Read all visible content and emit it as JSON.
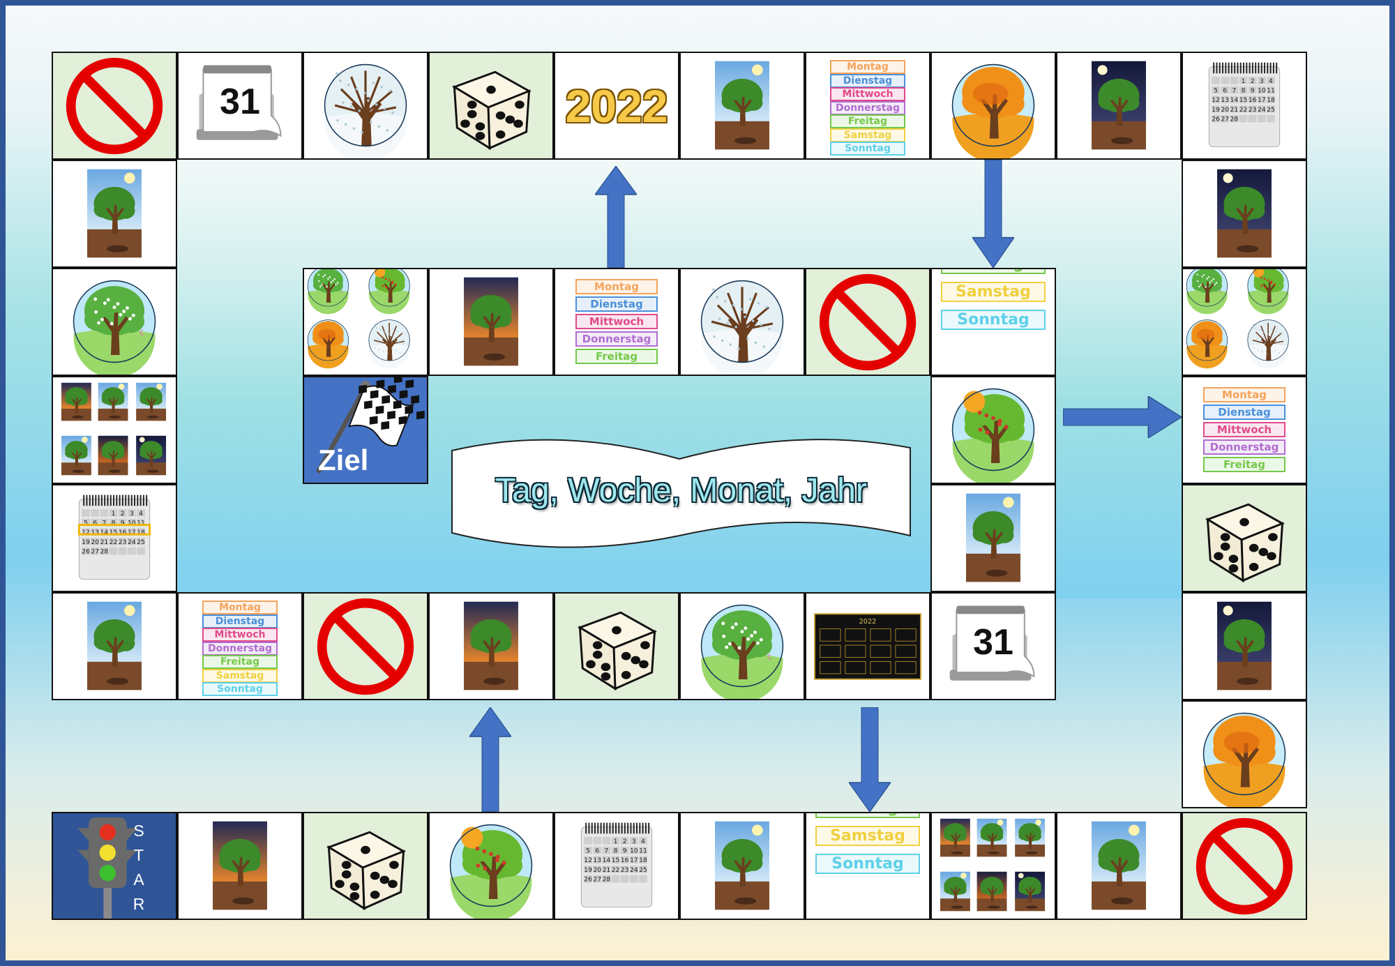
{
  "title": "Tag, Woche, Monat, Jahr",
  "start_label": "START",
  "goal_label": "Ziel",
  "year_label": "2022",
  "date_label": "31",
  "weekdays": [
    "Montag",
    "Dienstag",
    "Mittwoch",
    "Donnerstag",
    "Freitag",
    "Samstag",
    "Sonntag"
  ],
  "weekday_colors": [
    "#f5a35a",
    "#4a8fd8",
    "#e04a8a",
    "#b06cd0",
    "#74c84a",
    "#f0d040",
    "#5ed0e8"
  ],
  "calendar_numbers": [
    "1",
    "2",
    "3",
    "4",
    "5",
    "6",
    "7",
    "8",
    "9",
    "10",
    "11",
    "12",
    "13",
    "14",
    "15",
    "16",
    "17",
    "18",
    "19",
    "20",
    "21",
    "22",
    "23",
    "24",
    "25",
    "26",
    "27",
    "28"
  ],
  "colors": {
    "border": "#2f5597",
    "arrow": "#4472c4",
    "start_tile": "#2f5597",
    "goal_tile": "#4472c4",
    "stop_sign": "#e50000"
  }
}
